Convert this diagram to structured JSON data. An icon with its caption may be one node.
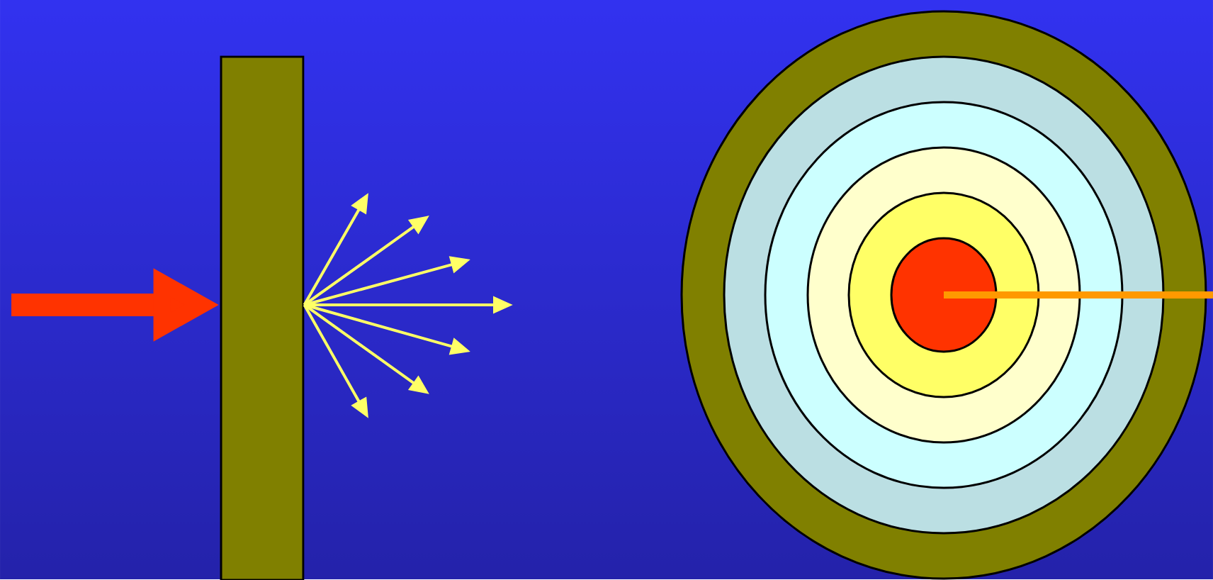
{
  "diagram": {
    "nodes": [
      {
        "text": [],
        "shape": "bar"
      },
      {
        "text": [],
        "shape": "circle"
      },
      {
        "text": [],
        "shape": "circle",
        "in": 1
      },
      {
        "text": [],
        "shape": "circle",
        "in": 2
      },
      {
        "text": [],
        "shape": "circle",
        "in": 3
      },
      {
        "text": [],
        "shape": "circle",
        "in": 4
      },
      {
        "text": [],
        "shape": "circle",
        "in": 5
      }
    ],
    "edges": [
      {
        "from": null,
        "to": 0,
        "arrow": "to",
        "style": "thick",
        "color": "#ff3300"
      },
      {
        "from": 0,
        "to": null,
        "arrow": "to"
      },
      {
        "from": 0,
        "to": null,
        "arrow": "to"
      },
      {
        "from": 0,
        "to": null,
        "arrow": "to"
      },
      {
        "from": 0,
        "to": null,
        "arrow": "to"
      },
      {
        "from": 0,
        "to": null,
        "arrow": "to"
      },
      {
        "from": 0,
        "to": null,
        "arrow": "to"
      },
      {
        "from": 0,
        "to": null,
        "arrow": "to"
      },
      {
        "from": 6,
        "to": null,
        "arrow": "none",
        "style": "thick",
        "color": "#ff9900"
      }
    ]
  }
}
